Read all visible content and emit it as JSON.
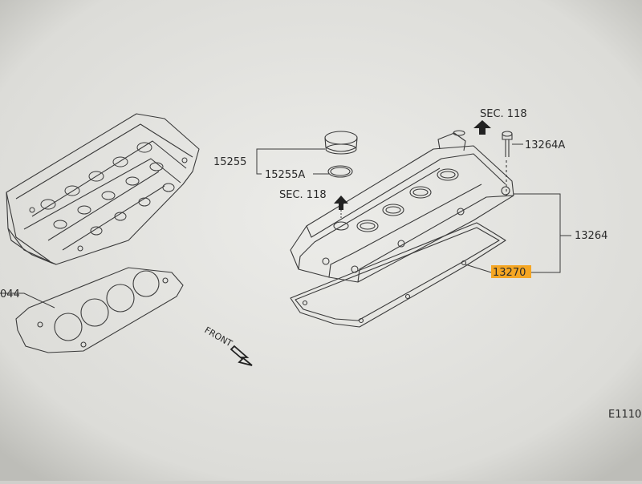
{
  "labels": {
    "sec118_top": "SEC. 118",
    "sec118_mid": "SEC. 118",
    "p13264A": "13264A",
    "p15255": "15255",
    "p15255A": "15255A",
    "p13264": "13264",
    "p13270": "13270",
    "p044": "044",
    "front": "FRONT",
    "e1110": "E1110"
  },
  "colors": {
    "paper": "#e9e9e6",
    "line": "#3a3a3a",
    "highlight": "#f5a623"
  }
}
